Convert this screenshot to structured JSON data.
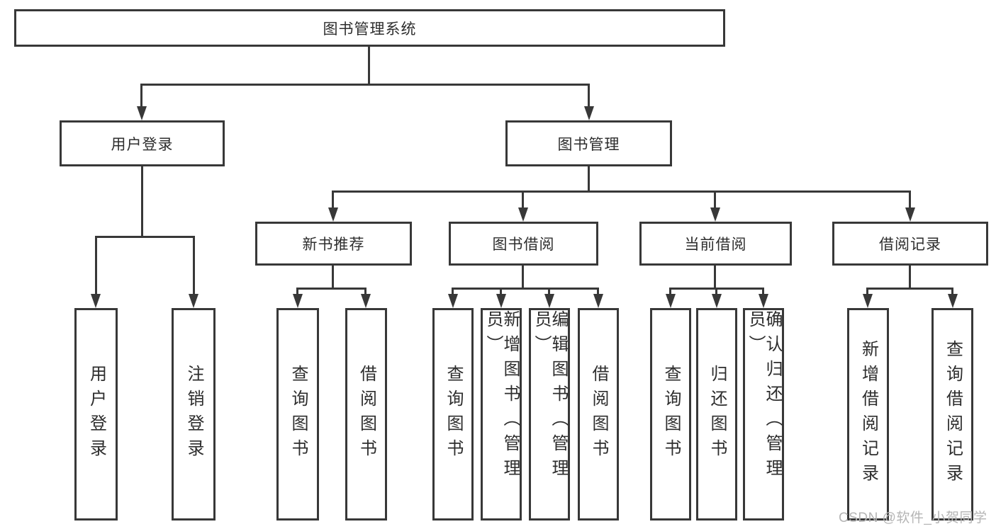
{
  "diagram_title": "图书管理系统",
  "tree": {
    "root": "图书管理系统",
    "branches": {
      "user_login": "用户登录",
      "book_mgmt": "图书管理"
    },
    "sections": {
      "new_books": "新书推荐",
      "book_borrow": "图书借阅",
      "current_borrow": "当前借阅",
      "borrow_records": "借阅记录"
    },
    "leaves": {
      "user_login_1": "用户登录",
      "user_login_2": "注销登录",
      "new_books_1": "查询图书",
      "new_books_2": "借阅图书",
      "book_borrow_1": "查询图书",
      "book_borrow_2": "新增图书（管理员）",
      "book_borrow_3": "编辑图书（管理员）",
      "book_borrow_4": "借阅图书",
      "current_borrow_1": "查询图书",
      "current_borrow_2": "归还图书",
      "current_borrow_3": "确认归还（管理员）",
      "borrow_records_1": "新增借阅记录",
      "borrow_records_2": "查询借阅记录"
    }
  },
  "watermark": "CSDN @软件_小贺同学",
  "colors": {
    "line": "#383838",
    "text": "#2d2d2d",
    "watermark": "#b5b5b5",
    "background": "#ffffff"
  }
}
